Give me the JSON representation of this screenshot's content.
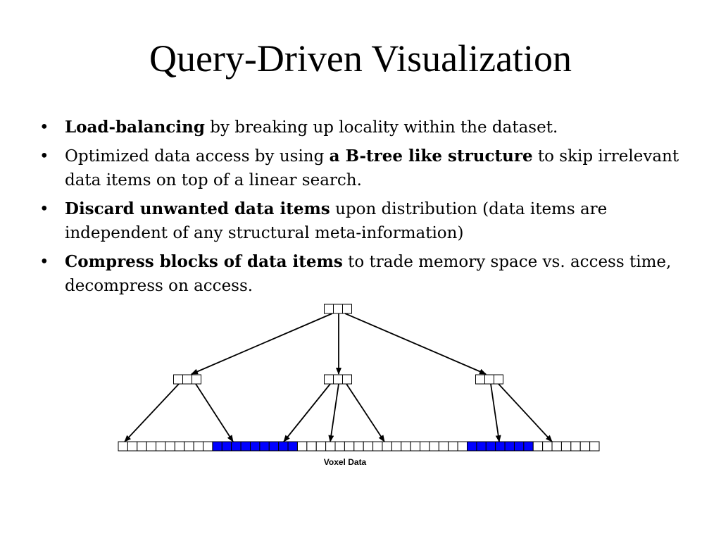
{
  "slide": {
    "title": "Query-Driven Visualization",
    "bullet_glyph": "•",
    "bullets": [
      {
        "bold": "Load-balancing",
        "rest": " by breaking up locality within the dataset."
      },
      {
        "pre": "Optimized data access by using ",
        "bold": "a B-tree like structure",
        "rest": " to skip irrelevant data items on top of a linear search."
      },
      {
        "bold": "Discard unwanted data items",
        "rest": " upon distribution (data items are independent of any structural meta-information)"
      },
      {
        "bold": "Compress blocks of data items",
        "rest": " to trade memory space vs. access time, decompress on access."
      }
    ]
  },
  "diagram": {
    "caption": "Voxel Data",
    "voxel_count": 51,
    "highlight_ranges": [
      [
        10,
        18
      ],
      [
        37,
        43
      ]
    ],
    "colors": {
      "highlight": "#0000ff",
      "stroke": "#000000"
    }
  }
}
